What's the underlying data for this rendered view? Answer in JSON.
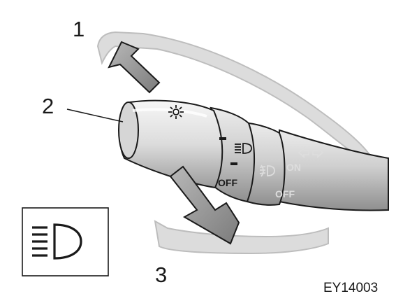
{
  "figure": {
    "callouts": [
      "1",
      "2",
      "3"
    ],
    "figure_id": "EY14003"
  },
  "switch": {
    "ring1": {
      "off_label": "OFF"
    },
    "ring2": {
      "on_label": "ON",
      "off_label": "OFF"
    }
  },
  "icons": {
    "tail_light": "tail-light-icon",
    "headlight_low": "headlight-icon",
    "front_fog": "fog-light-icon",
    "turn_signal": "turn-signal-arrows-icon",
    "inset": "headlight-high-beam-icon"
  },
  "colors": {
    "lever_light": "#f0f0f0",
    "lever_mid": "#c4c4c4",
    "lever_dark": "#8c8c8c",
    "arrow": "#9a9a9a",
    "line": "#1a1a1a",
    "ghost": "#d2d2d2"
  }
}
